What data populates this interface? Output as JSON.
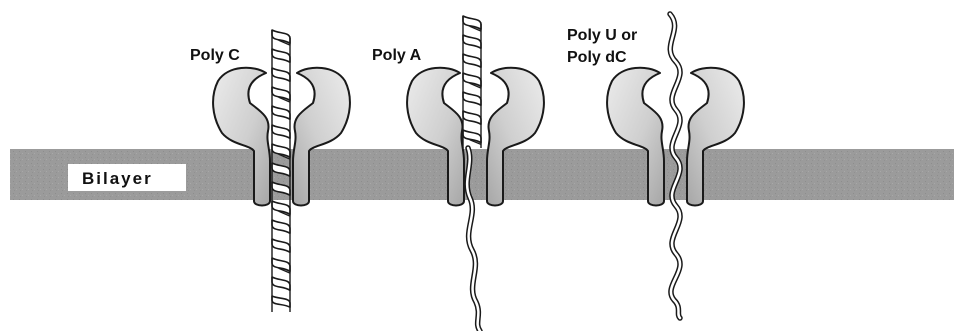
{
  "labels": {
    "bilayer": "Bilayer",
    "poly_c": "Poly C",
    "poly_a": "Poly A",
    "poly_u_line1": "Poly U or",
    "poly_u_line2": "Poly dC"
  },
  "colors": {
    "bilayer": "#9b9b9b",
    "protein_light": "#e4e4e4",
    "protein_dark": "#a8a8a8",
    "helix_shade": "#9a9a9a",
    "outline": "#1a1a1a"
  }
}
